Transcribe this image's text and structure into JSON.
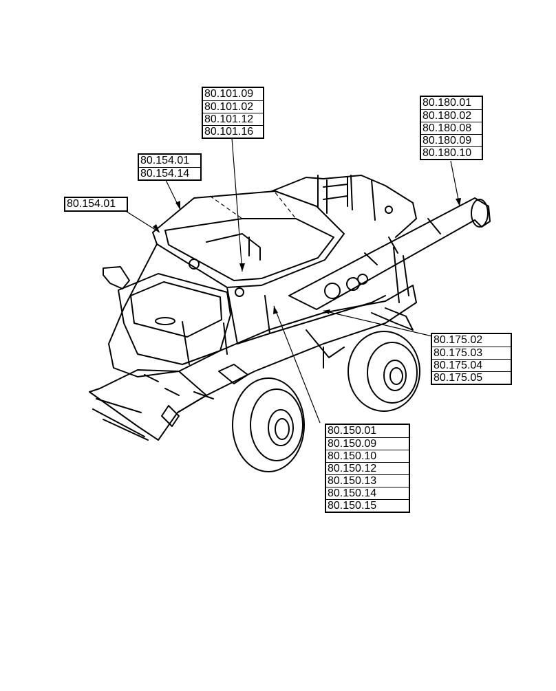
{
  "callouts": [
    {
      "id": "c1",
      "labels": [
        "80.101.09",
        "80.101.02",
        "80.101.12",
        "80.101.16"
      ]
    },
    {
      "id": "c2",
      "labels": [
        "80.180.01",
        "80.180.02",
        "80.180.08",
        "80.180.09",
        "80.180.10"
      ]
    },
    {
      "id": "c3",
      "labels": [
        "80.154.01",
        "80.154.14"
      ]
    },
    {
      "id": "c4",
      "labels": [
        "80.154.01"
      ]
    },
    {
      "id": "c5",
      "labels": [
        "80.175.02",
        "80.175.03",
        "80.175.04",
        "80.175.05"
      ]
    },
    {
      "id": "c6",
      "labels": [
        "80.150.01",
        "80.150.09",
        "80.150.10",
        "80.150.12",
        "80.150.13",
        "80.150.14",
        "80.150.15"
      ]
    }
  ]
}
